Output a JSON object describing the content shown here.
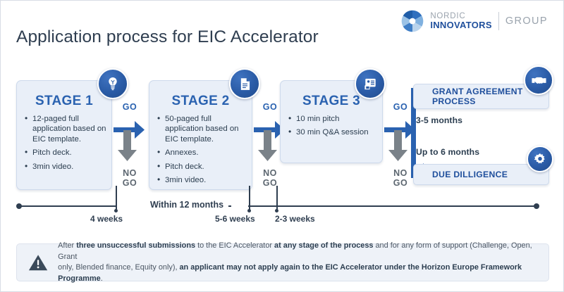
{
  "logo": {
    "mark_icon": "pinwheel-circle-icon",
    "line1": "NORDIC",
    "line2": "INNOVATORS",
    "suffix": "GROUP"
  },
  "page_title": "Application process for EIC Accelerator",
  "colors": {
    "brand_blue": "#2a62b0",
    "deep_blue": "#1f4f9c",
    "card_bg": "#e9eff8",
    "card_border": "#cdd9ec",
    "dark_slate": "#2f3e50",
    "gray_arrow": "#7a8289"
  },
  "stages": [
    {
      "title": "STAGE 1",
      "icon": "lightbulb-icon",
      "bullets": [
        "12-paged full application based on EIC template.",
        "Pitch deck.",
        "3min video."
      ]
    },
    {
      "title": "STAGE 2",
      "icon": "document-icon",
      "bullets": [
        "50-paged full application based on EIC template.",
        "Annexes.",
        "Pitch deck.",
        "3min video."
      ]
    },
    {
      "title": "STAGE 3",
      "icon": "presentation-icon",
      "bullets": [
        "10 min pitch",
        "30 min Q&A session"
      ]
    }
  ],
  "gates": [
    {
      "go": "GO",
      "nogo": "NO\nGO"
    },
    {
      "go": "GO",
      "nogo": "NO\nGO"
    },
    {
      "go": "GO",
      "nogo": "NO\nGO"
    }
  ],
  "gate_labels": {
    "go": "GO",
    "nogo_line1": "NO",
    "nogo_line2": "GO"
  },
  "outcomes": [
    {
      "label": "GRANT AGREEMENT PROCESS",
      "icon": "handshake-icon",
      "duration": "3-5 months"
    },
    {
      "label": "DUE DILLIGENCE",
      "icon": "gear-icon",
      "duration": "Up to 6 months"
    }
  ],
  "timeline": {
    "ticks": [
      {
        "label": "4 weeks"
      },
      {
        "label": "5-6 weeks"
      },
      {
        "label": "2-3 weeks"
      }
    ],
    "span_label": "Within 12 months"
  },
  "note": {
    "icon": "warning-triangle-icon",
    "line1_a": "After ",
    "line1_b": "three unsuccessful submissions",
    "line1_c": " to the EIC Accelerator ",
    "line1_d": "at any stage of the process",
    "line1_e": " and for any form of support (Challenge, Open, Grant",
    "line2_a": "only, Blended finance, Equity only), ",
    "line2_b": "an applicant may not apply again to the EIC Accelerator under the Horizon Europe Framework Programme",
    "line2_c": "."
  }
}
